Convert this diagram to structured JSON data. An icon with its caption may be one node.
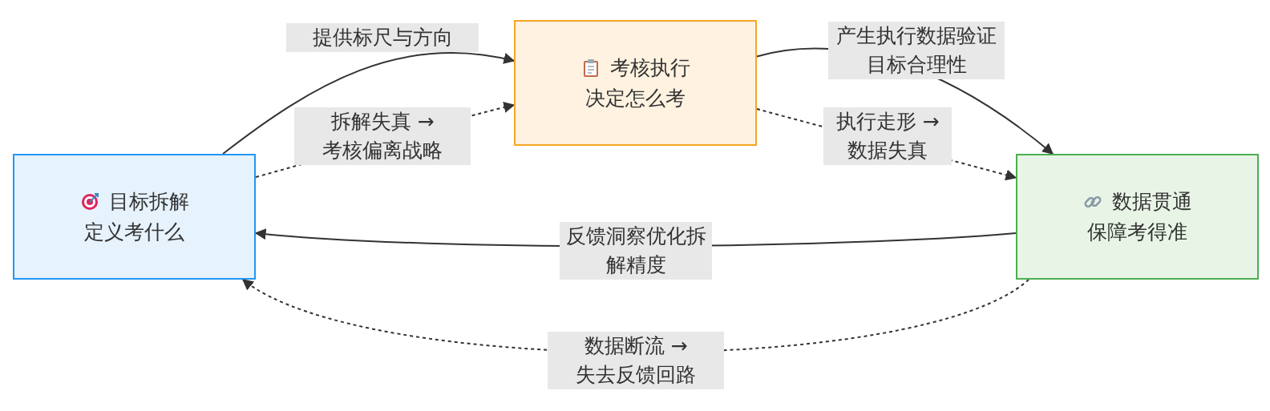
{
  "diagram": {
    "nodes": [
      {
        "text": [
          "目标拆解",
          "定义考什么"
        ]
      },
      {
        "text": [
          "考核执行",
          "决定怎么考"
        ]
      },
      {
        "text": [
          "数据贯通",
          "保障考得准"
        ]
      }
    ],
    "edges": [
      {
        "from": 0,
        "to": 1,
        "arrow": "to",
        "label": "提供标尺与方向"
      },
      {
        "from": 0,
        "to": 1,
        "arrow": "to",
        "label": "拆解失真 →考核偏离战略",
        "style": "dashed"
      },
      {
        "from": 1,
        "to": 2,
        "arrow": "to",
        "label": "产生执行数据验证目标合理性"
      },
      {
        "from": 1,
        "to": 2,
        "arrow": "to",
        "label": "执行走形 →数据失真",
        "style": "dashed"
      },
      {
        "from": 2,
        "to": 0,
        "arrow": "to",
        "label": "反馈洞察优化拆解精度"
      },
      {
        "from": 2,
        "to": 0,
        "arrow": "to",
        "label": "数据断流 →失去反馈回路",
        "style": "dashed"
      }
    ]
  }
}
